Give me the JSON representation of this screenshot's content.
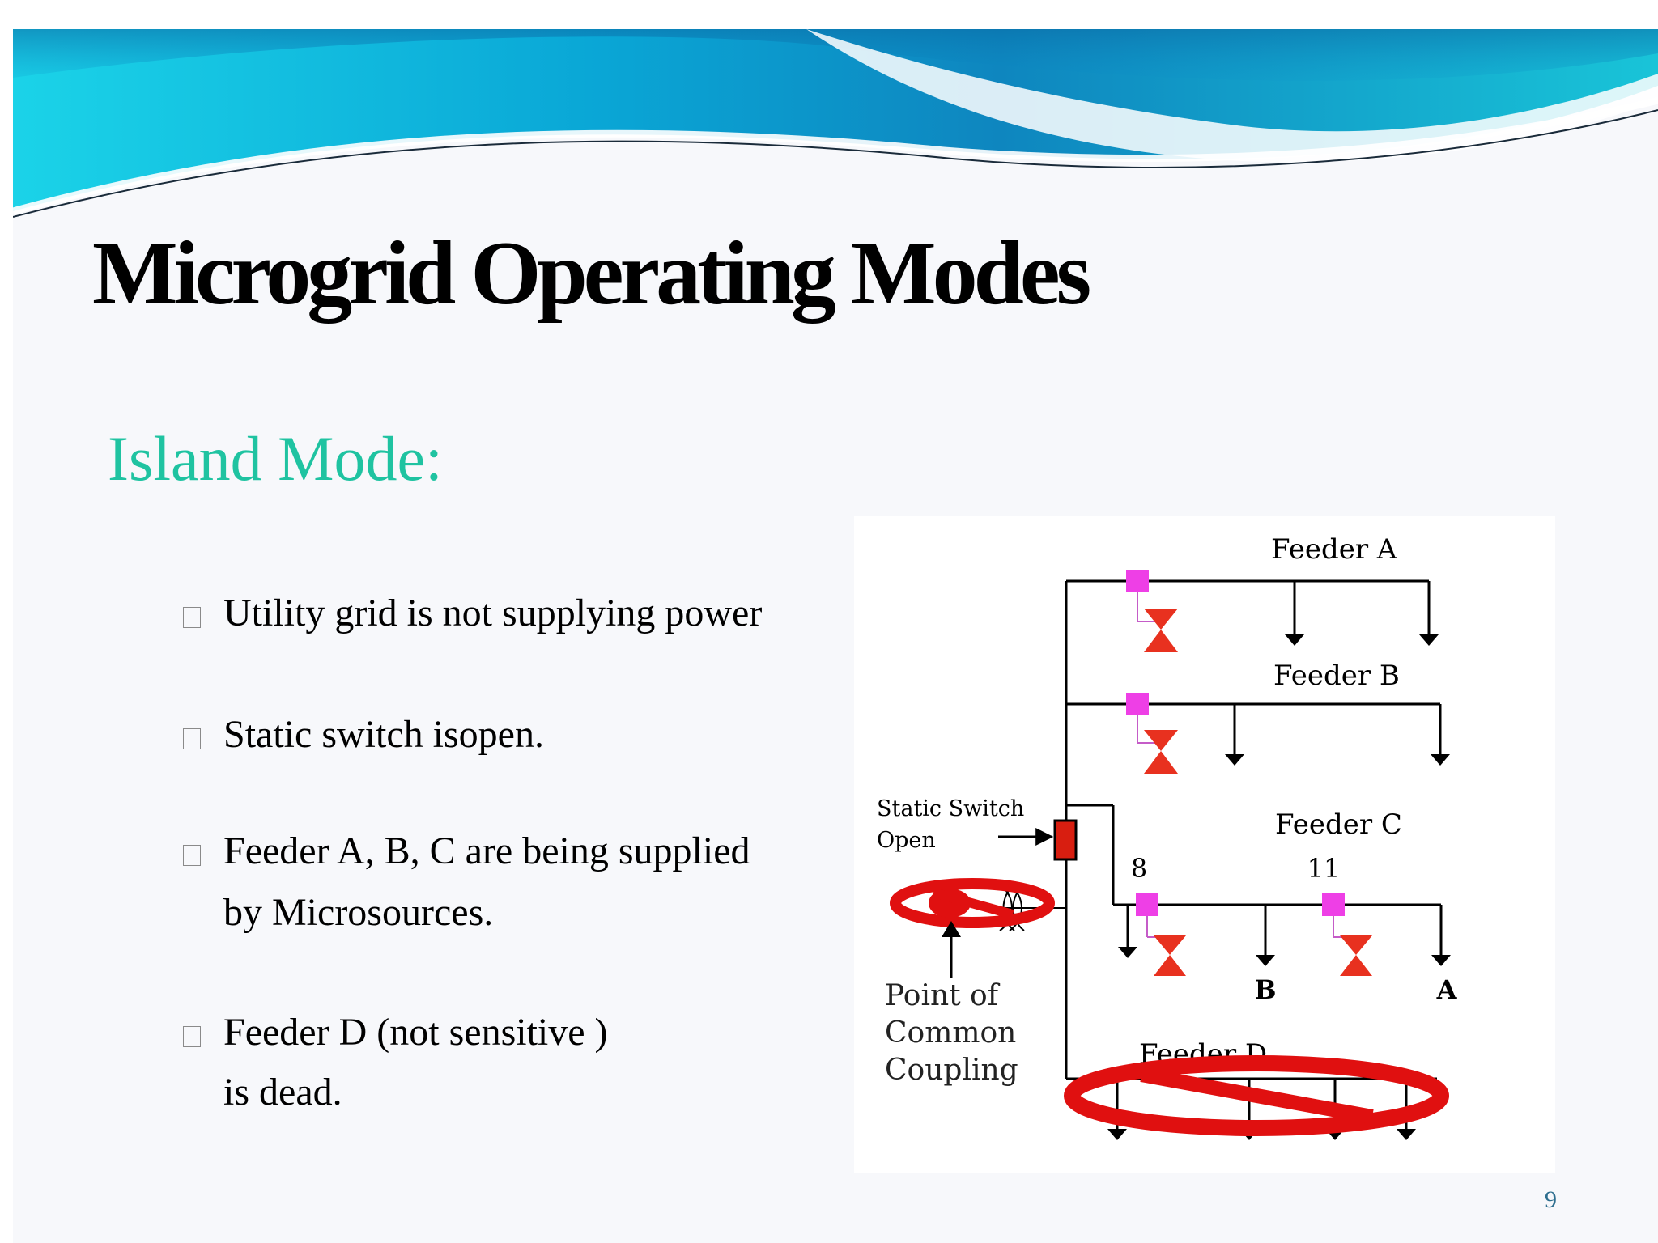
{
  "title": "Microgrid Operating Modes",
  "subtitle": "Island Mode:",
  "bullets": [
    {
      "lines": [
        "Utility grid is not supplying power"
      ]
    },
    {
      "lines": [
        "Static switch isopen."
      ]
    },
    {
      "lines": [
        "Feeder A, B, C are  being supplied",
        "by Microsources."
      ]
    },
    {
      "lines": [
        "Feeder D (not sensitive )",
        "is dead."
      ]
    }
  ],
  "diagram": {
    "feeder_a": "Feeder A",
    "feeder_b": "Feeder B",
    "feeder_c": "Feeder C",
    "feeder_d": "Feeder D",
    "static_switch": [
      "Static Switch",
      "Open"
    ],
    "pcc": [
      "Point of",
      "Common",
      "Coupling"
    ],
    "node_8": "8",
    "node_11": "11",
    "load_b": "B",
    "load_a": "A"
  },
  "page_number": "9",
  "colors": {
    "title": "#000000",
    "subtitle": "#1fc3a1",
    "banner": "#0a8fc4",
    "source_box": "#ee3fe6",
    "breaker": "#e8311f",
    "prohibit": "#e01010"
  }
}
